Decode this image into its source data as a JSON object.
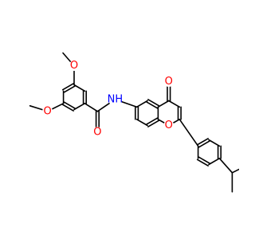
{
  "molecule": {
    "colors": {
      "bond": "#000000",
      "carbon": "#000000",
      "oxygen": "#ff0000",
      "nitrogen": "#0000ff"
    },
    "atoms": [
      {
        "id": "o_methoxy_top",
        "label": "O",
        "element": "oxygen"
      },
      {
        "id": "o_methoxy_left",
        "label": "O",
        "element": "oxygen"
      },
      {
        "id": "o_amide",
        "label": "O",
        "element": "oxygen"
      },
      {
        "id": "n_amide",
        "label": "NH",
        "element": "nitrogen"
      },
      {
        "id": "o_ketone",
        "label": "O",
        "element": "oxygen"
      },
      {
        "id": "o_ring",
        "label": "O",
        "element": "oxygen"
      }
    ]
  }
}
